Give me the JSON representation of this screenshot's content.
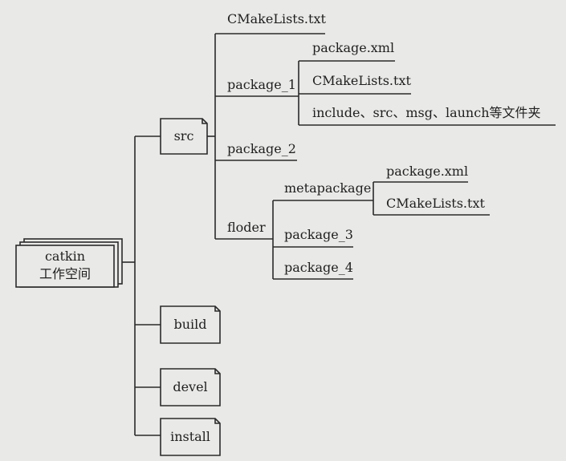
{
  "root": {
    "line1": "catkin",
    "line2": "工作空间"
  },
  "folders": {
    "src": "src",
    "build": "build",
    "devel": "devel",
    "install": "install"
  },
  "src_children": {
    "cmakelists": "CMakeLists.txt",
    "package_1": "package_1",
    "package_2": "package_2",
    "floder": "floder"
  },
  "package_1_children": {
    "package_xml": "package.xml",
    "cmakelists": "CMakeLists.txt",
    "dirs": "include、src、msg、launch等文件夹"
  },
  "floder_children": {
    "metapackage": "metapackage",
    "package_3": "package_3",
    "package_4": "package_4"
  },
  "metapackage_children": {
    "package_xml": "package.xml",
    "cmakelists": "CMakeLists.txt"
  }
}
